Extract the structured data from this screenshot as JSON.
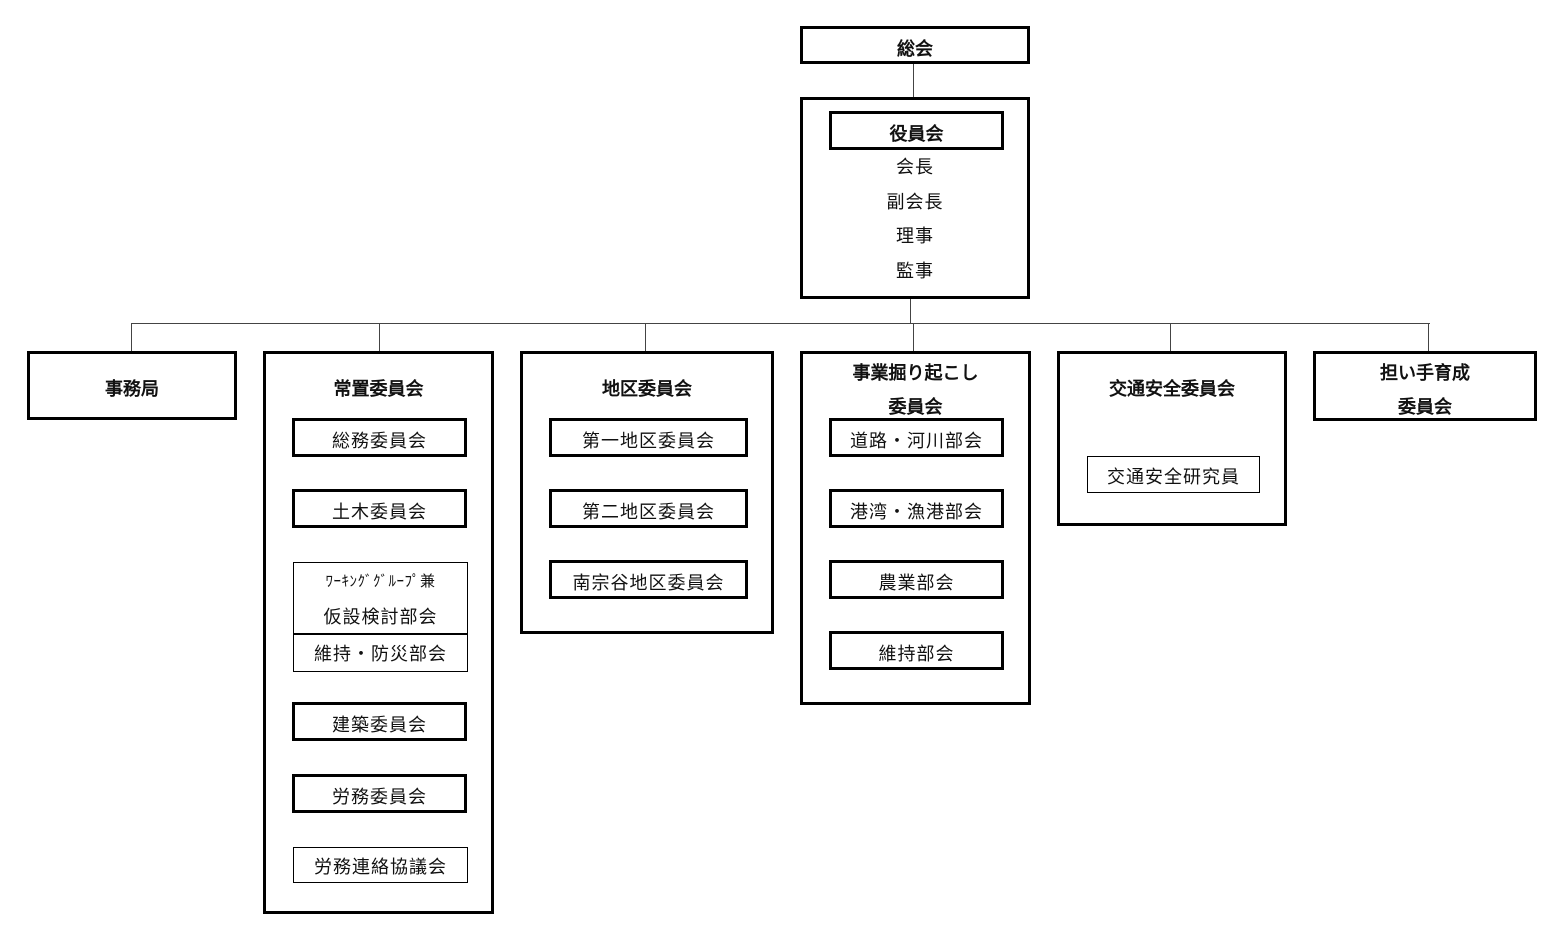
{
  "top": {
    "soukai": "総会"
  },
  "executive": {
    "title": "役員会",
    "members": [
      "会長",
      "副会長",
      "理事",
      "監事"
    ]
  },
  "columns": {
    "jimukyoku": {
      "title": "事務局"
    },
    "joushi": {
      "title": "常置委員会",
      "items": {
        "soumu": "総務委員会",
        "doboku": "土木委員会",
        "wg_line1": "ﾜｰｷﾝｸﾞｸﾞﾙｰﾌﾟ兼",
        "wg_line2": "仮設検討部会",
        "iji_bousai": "維持・防災部会",
        "kenchiku": "建築委員会",
        "roumu": "労務委員会",
        "roumu_renraku": "労務連絡協議会"
      }
    },
    "chiku": {
      "title": "地区委員会",
      "items": [
        "第一地区委員会",
        "第二地区委員会",
        "南宗谷地区委員会"
      ]
    },
    "jigyou": {
      "title_line1": "事業掘り起こし",
      "title_line2": "委員会",
      "items": [
        "道路・河川部会",
        "港湾・漁港部会",
        "農業部会",
        "維持部会"
      ]
    },
    "koutsuu": {
      "title": "交通安全委員会",
      "items": [
        "交通安全研究員"
      ]
    },
    "ninaite": {
      "title_line1": "担い手育成",
      "title_line2": "委員会"
    }
  }
}
